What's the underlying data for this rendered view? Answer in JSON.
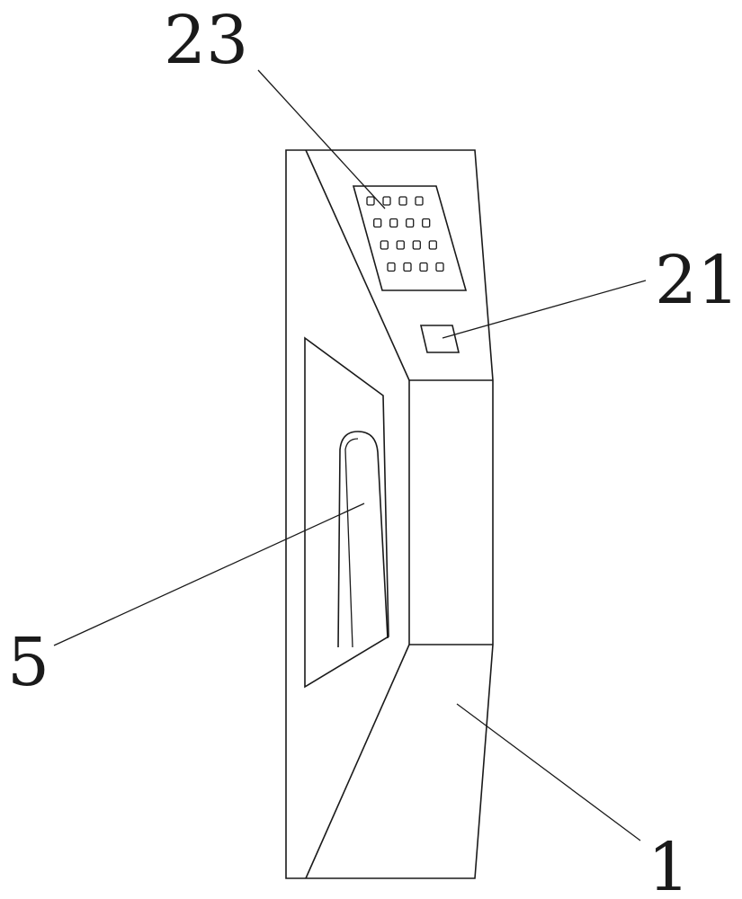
{
  "labels": {
    "keypad": "23",
    "sensor": "21",
    "handle": "5",
    "body": "1"
  },
  "keypad": {
    "rows": 4,
    "columns": 4
  },
  "colors": {
    "line": "#1a1a1a",
    "background": "#ffffff"
  }
}
